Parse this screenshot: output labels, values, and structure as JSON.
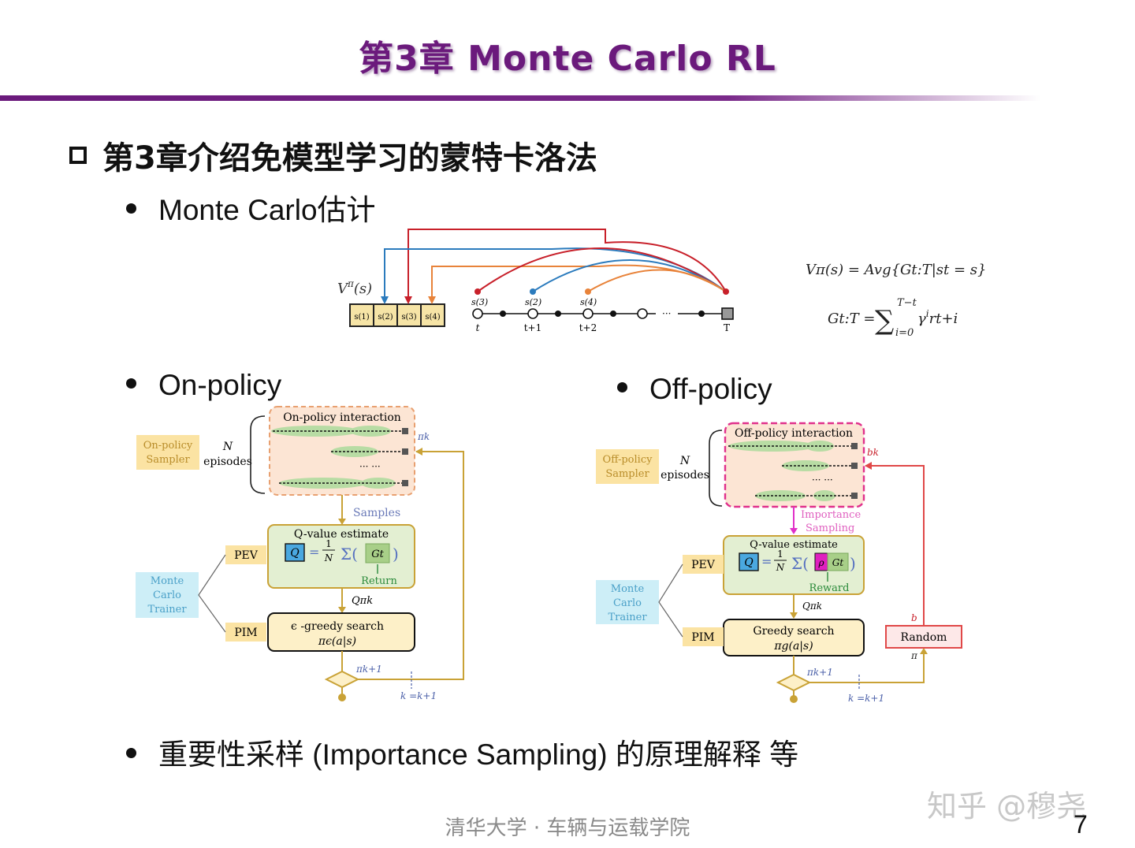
{
  "slide": {
    "title": "第3章 Monte Carlo RL",
    "heading": "第3章介绍免模型学习的蒙特卡洛法",
    "bullets": {
      "mc": "Monte Carlo估计",
      "on": "On-policy",
      "off": "Off-policy",
      "is": "重要性采样 (Importance Sampling) 的原理解释 等"
    },
    "footer": "清华大学 · 车辆与运载学院",
    "watermark": "知乎 @穆尧",
    "page_number": "7"
  },
  "mc_figure": {
    "v_label": "V",
    "v_sup": "π",
    "v_arg": "(s)",
    "cells": [
      "s(1)",
      "s(2)",
      "s(3)",
      "s(4)"
    ],
    "state_labels": [
      "s(3)",
      "s(2)",
      "s(4)"
    ],
    "time_labels": [
      "t",
      "t+1",
      "t+2",
      "T"
    ],
    "ellipsis": "···",
    "formula1": "Vπ(s) = Avg{Gt:T|st = s}",
    "formula2_lhs": "Gt:T =",
    "formula2_sum": "∑",
    "formula2_sup": "T−t",
    "formula2_sub": "i=0",
    "formula2_body": "γ",
    "formula2_body_sup": "i",
    "formula2_tail": "rt+i",
    "colors": {
      "red": "#c8202a",
      "blue": "#2b7bbd",
      "orange": "#e8833a",
      "box": "#f6e4a6"
    }
  },
  "on_policy": {
    "sampler": [
      "On-policy",
      "Sampler"
    ],
    "n": "N",
    "episodes": "episodes",
    "interaction": "On-policy interaction",
    "pi_k": "πk",
    "samples": "Samples",
    "q_title": "Q-value estimate",
    "q": "Q",
    "one": "1",
    "n_denom": "N",
    "g": "Gt",
    "return": "Return",
    "pev": "PEV",
    "pim": "PIM",
    "trainer": [
      "Monte",
      "Carlo",
      "Trainer"
    ],
    "q_pi": "Qπk",
    "greedy": "ϵ -greedy search",
    "greedy_formula": "πϵ(a|s)",
    "pi_k1": "πk+1",
    "k_update": "k =k+1",
    "ellipsis": "··· ···"
  },
  "off_policy": {
    "sampler": [
      "Off-policy",
      "Sampler"
    ],
    "n": "N",
    "episodes": "episodes",
    "interaction": "Off-policy interaction",
    "b_k": "bk",
    "importance": [
      "Importance",
      "Sampling"
    ],
    "q_title": "Q-value estimate",
    "q": "Q",
    "one": "1",
    "n_denom": "N",
    "rho": "ρ",
    "g": "Gt",
    "reward": "Reward",
    "pev": "PEV",
    "pim": "PIM",
    "trainer": [
      "Monte",
      "Carlo",
      "Trainer"
    ],
    "q_pi": "Qπk",
    "greedy": "Greedy search",
    "greedy_formula": "πg(a|s)",
    "random": "Random",
    "b": "b",
    "pi": "π",
    "pi_k1": "πk+1",
    "k_update": "k =k+1",
    "ellipsis": "··· ···"
  }
}
